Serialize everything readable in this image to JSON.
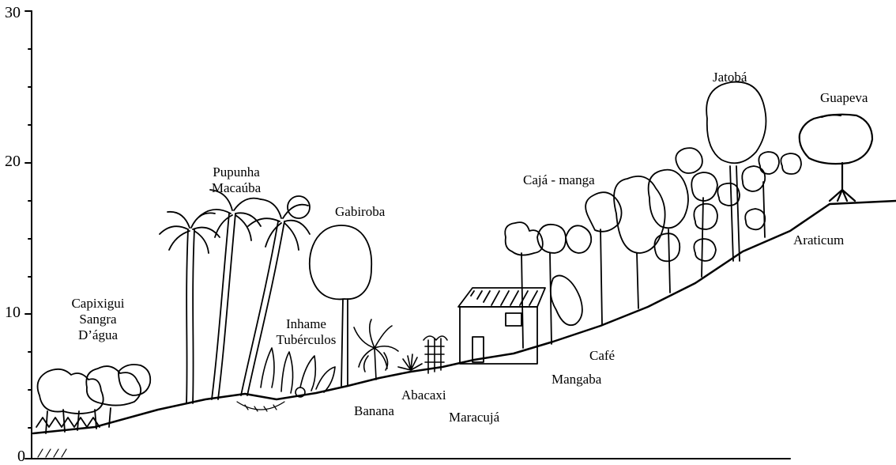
{
  "axis": {
    "ticks": [
      "30",
      "20",
      "10",
      "0"
    ]
  },
  "labels": {
    "capixigui": [
      "Capixigui",
      "Sangra",
      "D’água"
    ],
    "pupunha": [
      "Pupunha",
      "Macaúba"
    ],
    "gabiroba": "Gabiroba",
    "inhame": [
      "Inhame",
      "Tubérculos"
    ],
    "banana": "Banana",
    "abacaxi": "Abacaxi",
    "maracuja": "Maracujá",
    "caja": "Cajá - manga",
    "cafe": "Café",
    "mangaba": "Mangaba",
    "jatoba": "Jatobá",
    "guapeva": "Guapeva",
    "araticum": "Araticum"
  }
}
